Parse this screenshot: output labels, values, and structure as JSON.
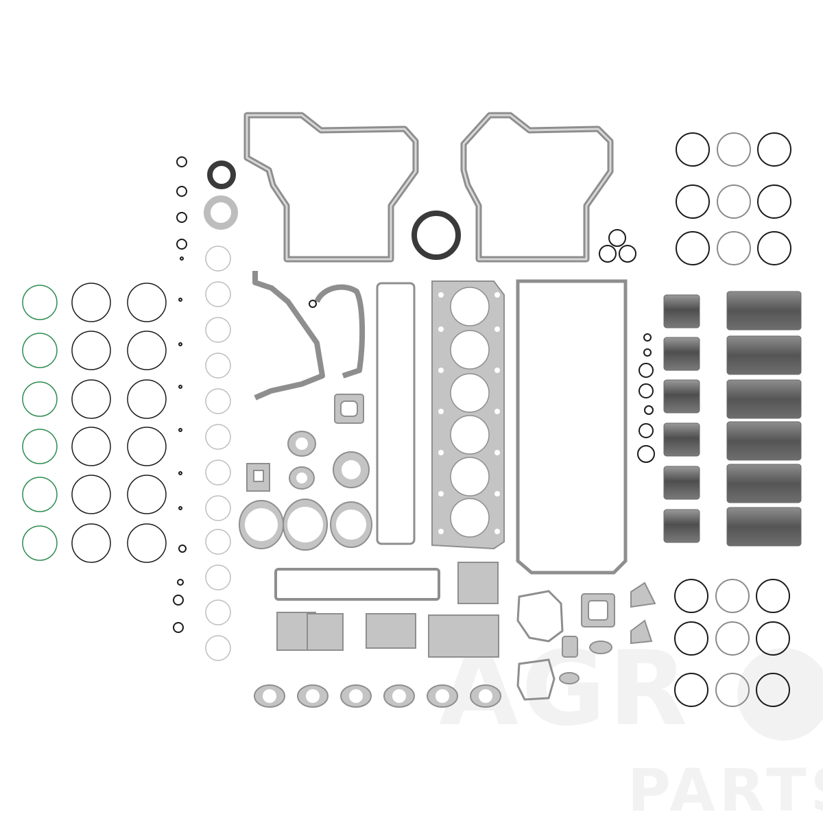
{
  "watermark": {
    "brand_top": "AGR",
    "brand_bottom": "PARTS",
    "color": "#f2f2f2"
  },
  "colors": {
    "gasket_fill": "#c4c4c4",
    "gasket_stroke": "#8e8e8e",
    "ring_black": "#1a1a1a",
    "ring_grey": "#8a8a8a",
    "ring_green": "#2e8b4e",
    "seal_dark": "#3a3a3a",
    "liner_dark": "#5a5a5a"
  },
  "parts": {
    "piston_ring_sets": 3,
    "cylinder_liners": 6,
    "liner_sleeves": 6,
    "head_bores": 6
  }
}
